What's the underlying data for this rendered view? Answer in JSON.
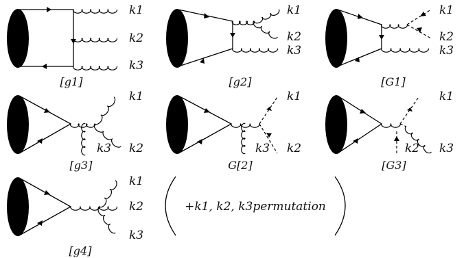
{
  "diagrams": {
    "g1": {
      "caption": "[g1]",
      "labels": [
        "k1",
        "k2",
        "k3"
      ]
    },
    "g2": {
      "caption": "[g2]",
      "labels": [
        "k1",
        "k2",
        "k3"
      ]
    },
    "G1": {
      "caption": "[G1]",
      "labels": [
        "k1",
        "k2",
        "k3"
      ]
    },
    "g3": {
      "caption": "[g3]",
      "labels": [
        "k1",
        "k2",
        "k3"
      ]
    },
    "G2": {
      "caption": "G[2]",
      "labels": [
        "k1",
        "k2",
        "k3"
      ]
    },
    "G3": {
      "caption": "[G3]",
      "labels": [
        "k1",
        "k2",
        "k3"
      ]
    },
    "g4": {
      "caption": "[g4]",
      "labels": [
        "k1",
        "k2",
        "k3"
      ]
    }
  },
  "permutation_note": "+k1, k2, k3permutation"
}
